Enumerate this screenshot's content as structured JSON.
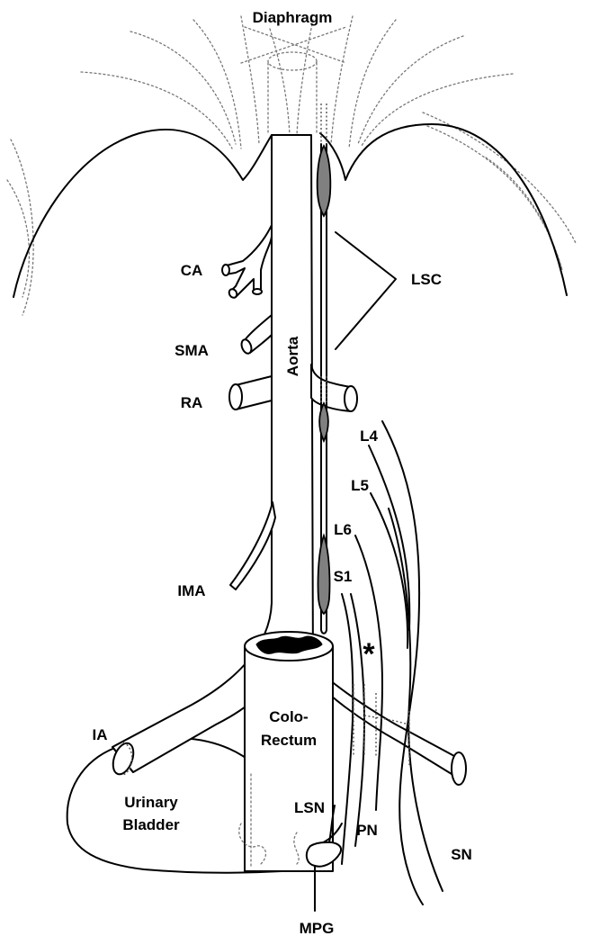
{
  "labels": {
    "diaphragm": "Diaphragm",
    "ca": "CA",
    "sma": "SMA",
    "ra": "RA",
    "ima": "IMA",
    "ia": "IA",
    "aorta": "Aorta",
    "lsc": "LSC",
    "l4": "L4",
    "l5": "L5",
    "l6": "L6",
    "s1": "S1",
    "asterisk": "*",
    "colorectum_line1": "Colo-",
    "colorectum_line2": "Rectum",
    "bladder_line1": "Urinary",
    "bladder_line2": "Bladder",
    "lsn": "LSN",
    "pn": "PN",
    "sn": "SN",
    "mpg": "MPG"
  },
  "colors": {
    "stroke": "#000000",
    "ganglion_fill": "#808080",
    "dotted": "#777777",
    "background": "#ffffff"
  }
}
